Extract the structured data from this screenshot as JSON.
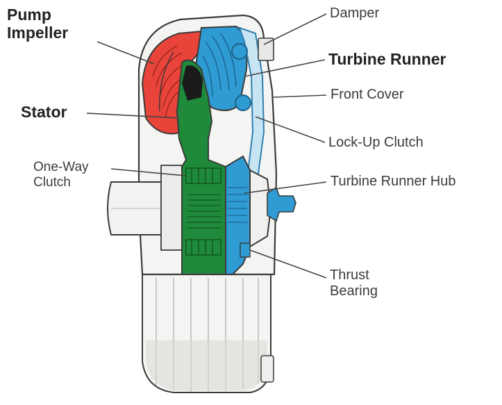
{
  "labels": {
    "pump_impeller": [
      "Pump",
      "Impeller"
    ],
    "stator": "Stator",
    "one_way_clutch": [
      "One-Way",
      "Clutch"
    ],
    "damper": "Damper",
    "turbine_runner": "Turbine Runner",
    "front_cover": "Front Cover",
    "lock_up_clutch": "Lock-Up Clutch",
    "turbine_runner_hub": "Turbine Runner Hub",
    "thrust_bearing": [
      "Thrust",
      "Bearing"
    ]
  },
  "colors": {
    "pump_impeller": "#e8443a",
    "turbine_runner": "#2f9bd3",
    "stator": "#1f8a3a",
    "housing": "#f4f4f2",
    "outline": "#3a3a3a",
    "leader": "#444444"
  }
}
